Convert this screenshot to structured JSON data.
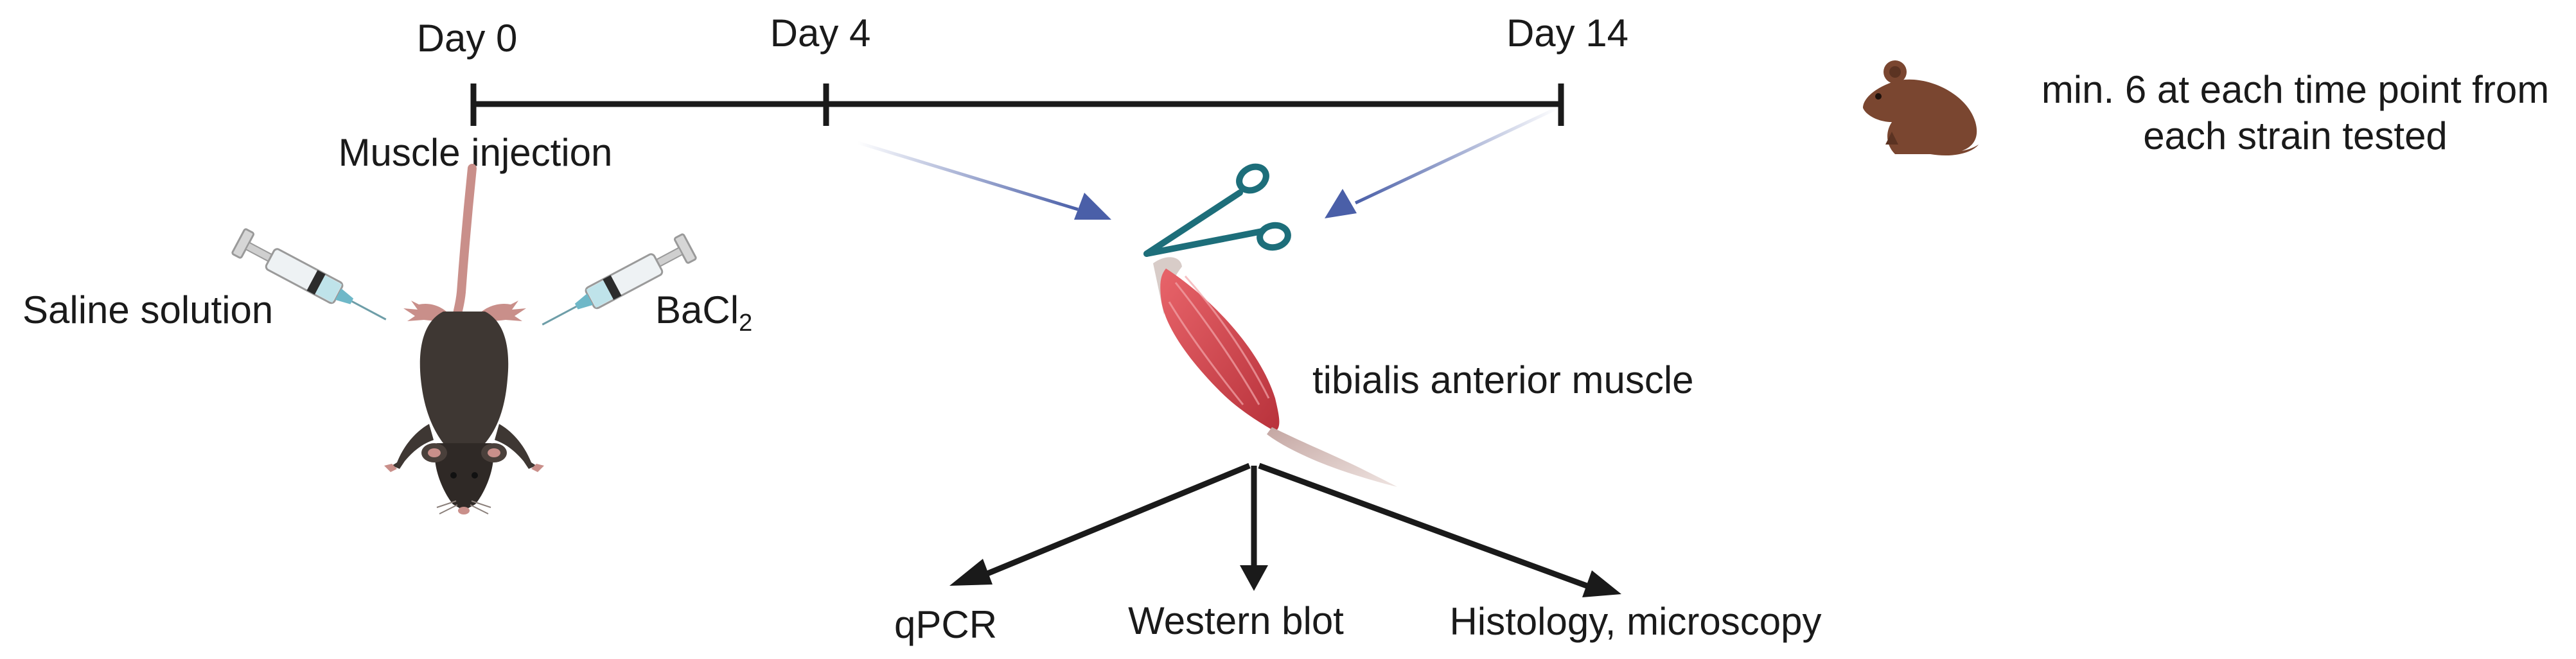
{
  "timeline": {
    "day0": "Day 0",
    "day4": "Day 4",
    "day14": "Day 14",
    "injection_label": "Muscle injection"
  },
  "treatment": {
    "left_label": "Saline solution",
    "right_label_base": "BaCl",
    "right_label_sub": "2"
  },
  "muscle": {
    "label": "tibialis anterior muscle"
  },
  "analyses": {
    "qpcr": "qPCR",
    "western": "Western blot",
    "histology": "Histology, microscopy"
  },
  "sample_note": {
    "line1": "min. 6 at each time point from",
    "line2": "each strain tested"
  },
  "icons": [
    "syringe-icon",
    "mouse-icon",
    "scissors-icon",
    "muscle-icon",
    "mouse-small-icon"
  ],
  "colors": {
    "timeline": "#1a1a1a",
    "arrow_blue": "#4a5fa8",
    "mouse_dark": "#3e3733",
    "mouse_brown": "#7a4630",
    "muscle_red": "#d0434b",
    "tendon": "#d9c9c4",
    "scissors_teal": "#1d6e7a"
  }
}
